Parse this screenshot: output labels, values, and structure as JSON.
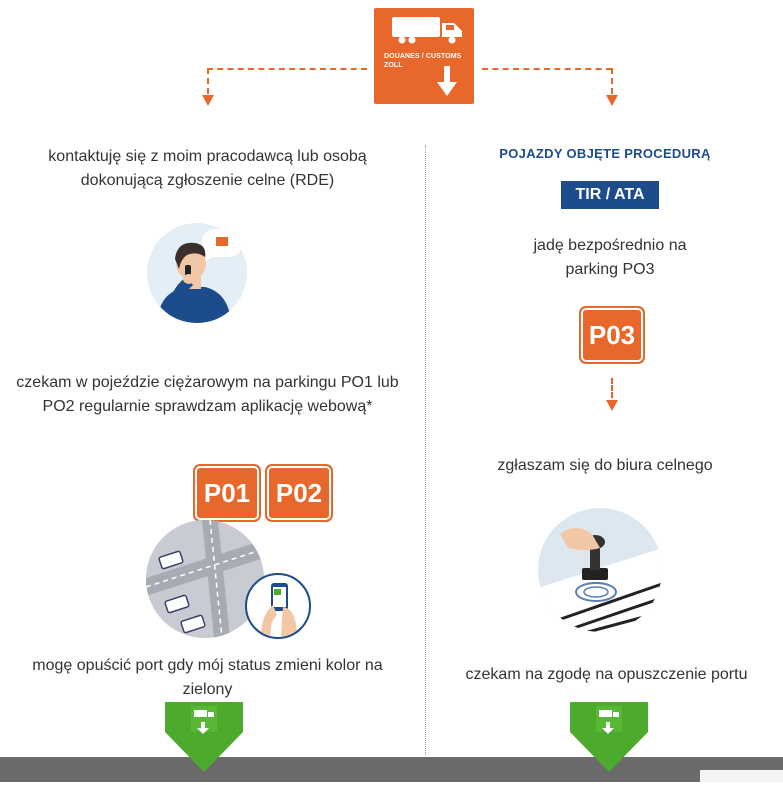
{
  "customs_sign": {
    "line1": "DOUANES / CUSTOMS",
    "line2": "ZOLL",
    "icon": "truck-icon"
  },
  "left": {
    "step1_text": "kontaktuję się z moim pracodawcą lub osobą dokonującą zgłoszenie celne (RDE)",
    "step1_icon": "phone-call-illustration",
    "step2_text": "czekam w pojeździe ciężarowym na parkingu PO1 lub PO2 regularnie sprawdzam aplikację webową*",
    "sign_po1": "P01",
    "sign_po2": "P02",
    "step2_icon": "parking-lot-illustration",
    "phone_icon": "phone-app-icon",
    "step3_text": "mogę opuścić port gdy mój status zmieni kolor na zielony",
    "exit_icon": "green-exit-icon"
  },
  "right": {
    "procedure_title": "POJAZDY OBJĘTE PROCEDURĄ",
    "procedure_badge": "TIR / ATA",
    "step1_text": "jadę bezpośrednio na parking PO3",
    "sign_po3": "P03",
    "step2_text": "zgłaszam się do biura celnego",
    "step2_icon": "stamp-illustration",
    "step3_text": "czekam na zgodę na opuszczenie portu",
    "exit_icon": "green-exit-icon"
  },
  "colors": {
    "accent_orange": "#e8672b",
    "navy": "#1d4c8c",
    "green": "#4caa2d",
    "bottom_bar": "#6b6b6b"
  }
}
